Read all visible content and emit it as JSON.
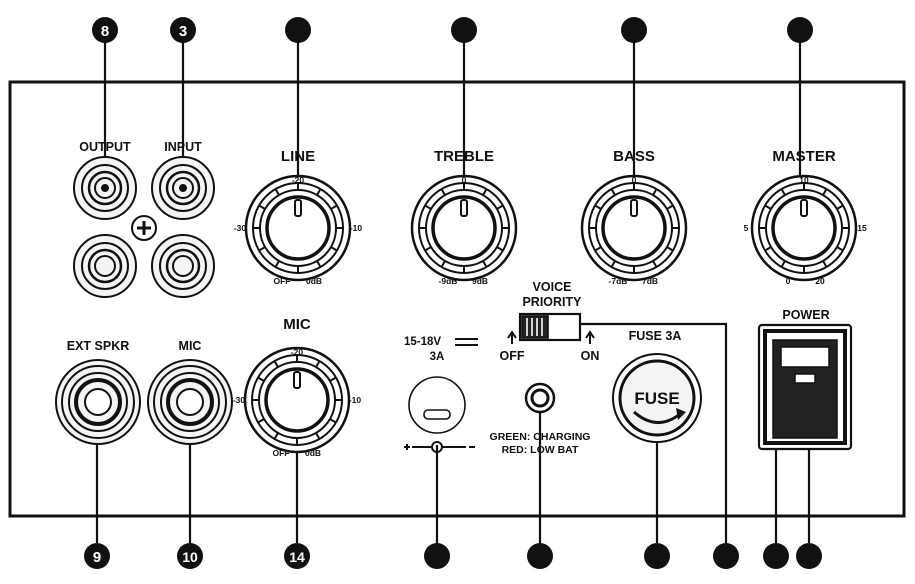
{
  "colors": {
    "ink": "#111111",
    "panel_bg": "#ffffff",
    "jack_fill": "#f4f4f4"
  },
  "callouts": {
    "output": "8",
    "input": "3",
    "ext_spkr": "9",
    "mic": "10",
    "mic_volume": "14"
  },
  "labels": {
    "output": "OUTPUT",
    "input": "INPUT",
    "line": "LINE",
    "treble": "TREBLE",
    "bass": "BASS",
    "master": "MASTER",
    "ext_spkr": "EXT SPKR",
    "mic_jack": "MIC",
    "mic_knob": "MIC",
    "dc_in_voltage": "15-18V",
    "dc_in_current": "3A",
    "voice_priority_line1": "VOICE",
    "voice_priority_line2": "PRIORITY",
    "switch_off": "OFF",
    "switch_on": "ON",
    "fuse_rating": "FUSE 3A",
    "fuse_cap": "FUSE",
    "power": "POWER",
    "led_line1": "GREEN: CHARGING",
    "led_line2": "RED: LOW BAT"
  },
  "knob_scales": {
    "line": {
      "top": "-20",
      "left": "-30",
      "right": "-10",
      "bottom_left": "OFF",
      "bottom_right": "0dB"
    },
    "treble": {
      "top": "0",
      "bottom_left": "-9dB",
      "bottom_right": "9dB"
    },
    "bass": {
      "top": "0",
      "bottom_left": "-7dB",
      "bottom_right": "7dB"
    },
    "master": {
      "top": "10",
      "left": "5",
      "right": "15",
      "bottom_left": "0",
      "bottom_right": "20"
    },
    "mic": {
      "top": "-20",
      "left": "-30",
      "right": "-10",
      "bottom_left": "OFF",
      "bottom_right": "0dB"
    }
  }
}
